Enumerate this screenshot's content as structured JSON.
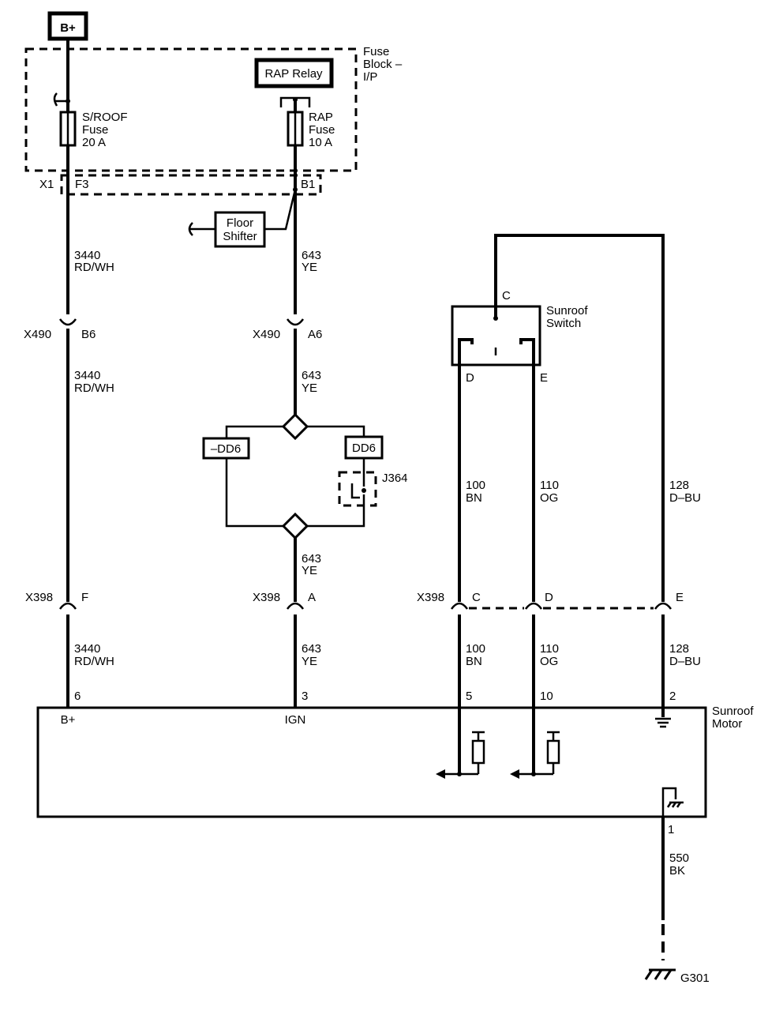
{
  "power": {
    "label": "B+"
  },
  "fuse_block": {
    "name_line1": "Fuse",
    "name_line2": "Block –",
    "name_line3": "I/P",
    "relay_label": "RAP Relay",
    "sroof_fuse": {
      "l1": "S/ROOF",
      "l2": "Fuse",
      "l3": "20 A"
    },
    "rap_fuse": {
      "l1": "RAP",
      "l2": "Fuse",
      "l3": "10 A"
    }
  },
  "x1": {
    "label": "X1",
    "pin_f3": "F3",
    "pin_b1": "B1"
  },
  "floor_shifter": {
    "l1": "Floor",
    "l2": "Shifter"
  },
  "wires": {
    "w3440": {
      "num": "3440",
      "color": "RD/WH"
    },
    "w643": {
      "num": "643",
      "color": "YE"
    },
    "w100": {
      "num": "100",
      "color": "BN"
    },
    "w110": {
      "num": "110",
      "color": "OG"
    },
    "w128": {
      "num": "128",
      "color": "D–BU"
    },
    "w550": {
      "num": "550",
      "color": "BK"
    }
  },
  "x490": {
    "label": "X490",
    "pin_b6": "B6",
    "pin_a6": "A6"
  },
  "options": {
    "neg_dd6": "–DD6",
    "dd6": "DD6",
    "j364": "J364"
  },
  "switch": {
    "l1": "Sunroof",
    "l2": "Switch",
    "pin_c": "C",
    "pin_d": "D",
    "pin_e": "E"
  },
  "x398": {
    "label": "X398",
    "pin_f": "F",
    "pin_a": "A",
    "pin_c": "C",
    "pin_d": "D",
    "pin_e": "E"
  },
  "motor": {
    "l1": "Sunroof",
    "l2": "Motor",
    "pin6": "6",
    "pin3": "3",
    "pin5": "5",
    "pin10": "10",
    "pin2": "2",
    "pin1": "1",
    "bplus": "B+",
    "ign": "IGN"
  },
  "ground": {
    "label": "G301"
  }
}
